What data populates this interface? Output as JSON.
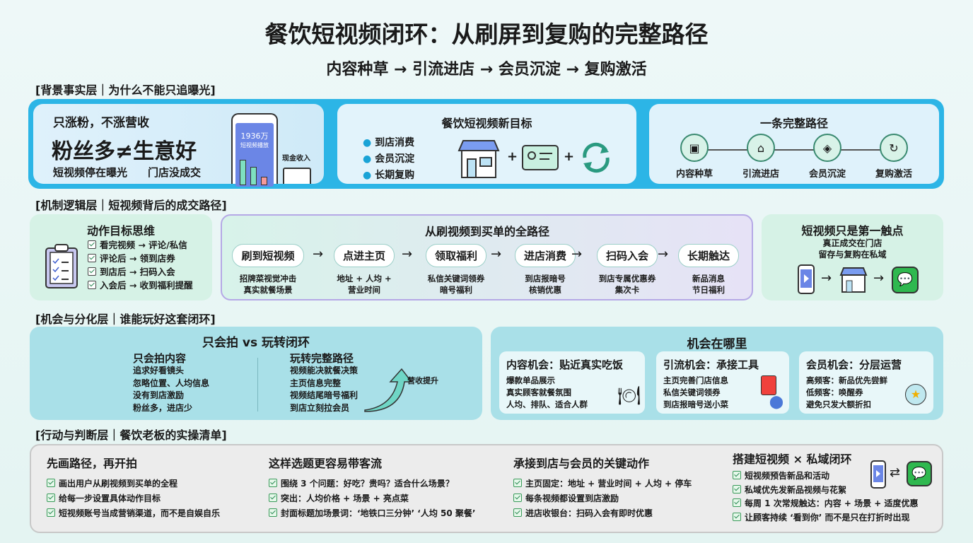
{
  "header": {
    "title": "餐饮短视频闭环：从刷屏到复购的完整路径",
    "subtitle": "内容种草 → 引流进店 → 会员沉淀 → 复购激活"
  },
  "sections": [
    "[背景事实层｜为什么不能只追曝光]",
    "[机制逻辑层｜短视频背后的成交路径]",
    "[机会与分化层｜谁能玩好这套闭环]",
    "[行动与判断层｜餐饮老板的实操清单]"
  ],
  "layer1": {
    "fans": {
      "kicker": "只涨粉，不涨营收",
      "headline": "粉丝多≠生意好",
      "left": "短视频停在曝光",
      "right": "门店没成交",
      "phone_number": "1936万",
      "phone_label": "短视频播放",
      "cash_label": "现金收入"
    },
    "goal": {
      "title": "餐饮短视频新目标",
      "items": [
        "到店消费",
        "会员沉淀",
        "长期复购"
      ],
      "plus": "+"
    },
    "path": {
      "title": "一条完整路径",
      "steps": [
        {
          "label": "内容种草",
          "icon": "image-icon"
        },
        {
          "label": "引流进店",
          "icon": "store-icon"
        },
        {
          "label": "会员沉淀",
          "icon": "layers-icon"
        },
        {
          "label": "复购激活",
          "icon": "refresh-icon"
        }
      ]
    }
  },
  "layer2": {
    "action": {
      "title": "动作目标思维",
      "items": [
        "看完视频 → 评论/私信",
        "评论后 → 领到店券",
        "到店后 → 扫码入会",
        "入会后 → 收到福利提醒"
      ]
    },
    "flow": {
      "title": "从刷视频到买单的全路径",
      "arrow": "→",
      "steps": [
        {
          "label": "刷到短视频",
          "d1": "招牌菜视觉冲击",
          "d2": "真实就餐场景"
        },
        {
          "label": "点进主页",
          "d1": "地址 + 人均 +",
          "d2": "营业时间"
        },
        {
          "label": "领取福利",
          "d1": "私信关键词领券",
          "d2": "暗号福利"
        },
        {
          "label": "进店消费",
          "d1": "到店报暗号",
          "d2": "核销优惠"
        },
        {
          "label": "扫码入会",
          "d1": "到店专属优惠券",
          "d2": "集次卡"
        },
        {
          "label": "长期触达",
          "d1": "新品消息",
          "d2": "节日福利"
        }
      ]
    },
    "touch": {
      "title": "短视频只是第一触点",
      "l1": "真正成交在门店",
      "l2": "留存与复购在私域",
      "arrow": "→"
    }
  },
  "layer3": {
    "compare": {
      "title": "只会拍 vs 玩转闭环",
      "left_title": "只会拍内容",
      "left": [
        "追求好看镜头",
        "忽略位置、人均信息",
        "没有到店激励",
        "粉丝多，进店少"
      ],
      "right_title": "玩转完整路径",
      "right": [
        "视频能决就餐决策",
        "主页信息完整",
        "视频结尾暗号福利",
        "到店立刻拉会员"
      ],
      "lift": "营收提升"
    },
    "opps": {
      "title": "机会在哪里",
      "cards": [
        {
          "title": "内容机会：贴近真实吃饭",
          "items": [
            "爆款单品展示",
            "真实顾客就餐氛围",
            "人均、排队、适合人群"
          ]
        },
        {
          "title": "引流机会：承接工具",
          "items": [
            "主页完善门店信息",
            "私信关键词领券",
            "到店报暗号送小菜"
          ]
        },
        {
          "title": "会员机会：分层运营",
          "items": [
            "高频客：新品优先尝鲜",
            "低频客：唤醒券",
            "避免只发大额折扣"
          ]
        }
      ]
    }
  },
  "layer4": {
    "cols": [
      {
        "title": "先画路径，再开拍",
        "items": [
          "画出用户从刷视频到买单的全程",
          "给每一步设置具体动作目标",
          "短视频账号当成营销渠道，而不是自娱自乐"
        ]
      },
      {
        "title": "这样选题更容易带客流",
        "items": [
          "围绕 3 个问题：好吃？贵吗？适合什么场景？",
          "突出：人均价格 + 场景 + 亮点菜",
          "封面标题加场景词：‘地铁口三分钟’ ‘人均 50 聚餐’"
        ]
      },
      {
        "title": "承接到店与会员的关键动作",
        "items": [
          "主页固定：地址 + 营业时间 + 人均 + 停车",
          "每条视频都设置到店激励",
          "进店收银台：扫码入会有即时优惠"
        ]
      },
      {
        "title": "搭建短视频 × 私域闭环",
        "items": [
          "短视频预告新品和活动",
          "私域优先发新品视频与花絮",
          "每周 1 次常规触达：内容 + 场景 + 适度优惠",
          "让顾客持续 ‘看到你’ 而不是只在打折时出现"
        ],
        "swap": "⇄"
      }
    ]
  },
  "colors": {
    "band1_border": "#2cb5e6",
    "flow_border": "#a9d9cc",
    "mint": "#d9f3ea",
    "teal": "#a9e0e8",
    "gray": "#ececec",
    "wechat": "#2fb84f",
    "phone": "#5b7be0"
  }
}
